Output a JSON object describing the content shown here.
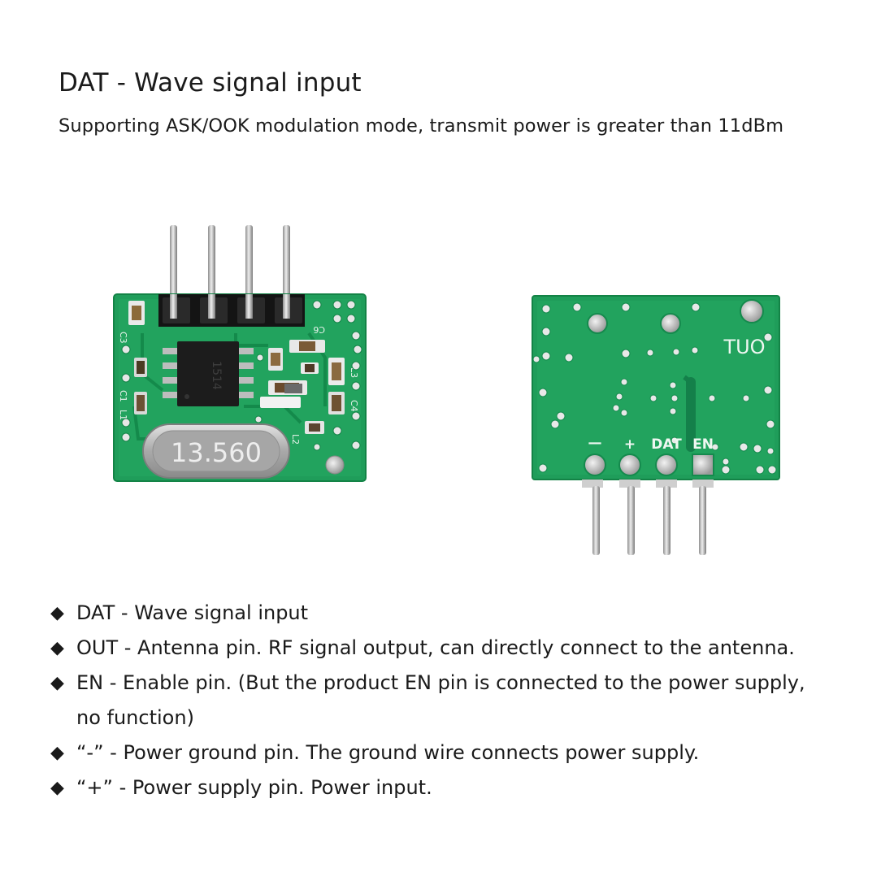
{
  "header": {
    "title": "DAT - Wave signal input",
    "subtitle": "Supporting ASK/OOK modulation mode, transmit power is greater than 11dBm"
  },
  "figure": {
    "front_board": {
      "crystal_label": "13.560",
      "chip_label": "1514",
      "silkscreen": [
        "C3",
        "C1",
        "L1",
        "C6",
        "L3",
        "C4",
        "L2"
      ]
    },
    "back_board": {
      "antenna_label": "TUO",
      "pin_labels": [
        "—",
        "+",
        "DAT",
        "EN"
      ]
    }
  },
  "bullets": [
    {
      "marker": "◆",
      "lines": [
        "DAT - Wave signal input"
      ]
    },
    {
      "marker": "◆",
      "lines": [
        "OUT - Antenna pin. RF signal output, can directly connect to the antenna."
      ]
    },
    {
      "marker": "◆",
      "lines": [
        "EN - Enable pin. (But the product EN pin is connected to the power supply,",
        "no function)"
      ]
    },
    {
      "marker": "◆",
      "lines": [
        "“-”  - Power ground pin. The ground wire connects power supply."
      ]
    },
    {
      "marker": "◆",
      "lines": [
        "“+”  - Power supply pin. Power input."
      ]
    }
  ],
  "colors": {
    "pcb_green": "#1f9d5a",
    "pcb_dark": "#14804a",
    "pin_metal": "#c9c9c9",
    "crystal_metal": "#b8b8b8"
  }
}
